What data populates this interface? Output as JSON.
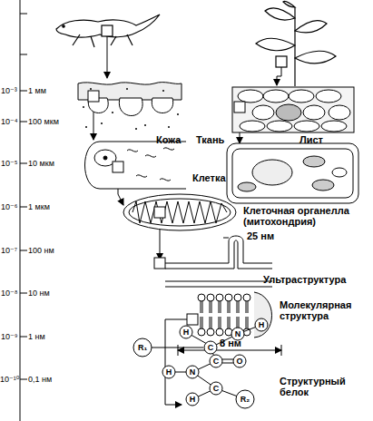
{
  "diagram": {
    "labels": [
      "10⁻³",
      "1 мм",
      "10⁻⁴",
      "100 мкм",
      "10⁻⁵",
      "10 мкм",
      "10⁻⁶",
      "1 мкм",
      "10⁻⁷",
      "100 нм",
      "10⁻⁸",
      "10 нм",
      "10⁻⁹",
      "1 нм",
      "10⁻¹⁰",
      "0,1 нм",
      "Кожа",
      "Ткань",
      "Лист",
      "Клетка",
      "Клеточная органелла (митохондрия)",
      "25 нм",
      "Ультраструктура",
      "Молекулярная структура",
      "8 нм",
      "Структурный белок",
      "R₁",
      "H",
      "C",
      "N",
      "H",
      "H",
      "N",
      "C",
      "O",
      "C",
      "H",
      "R₂"
    ]
  }
}
